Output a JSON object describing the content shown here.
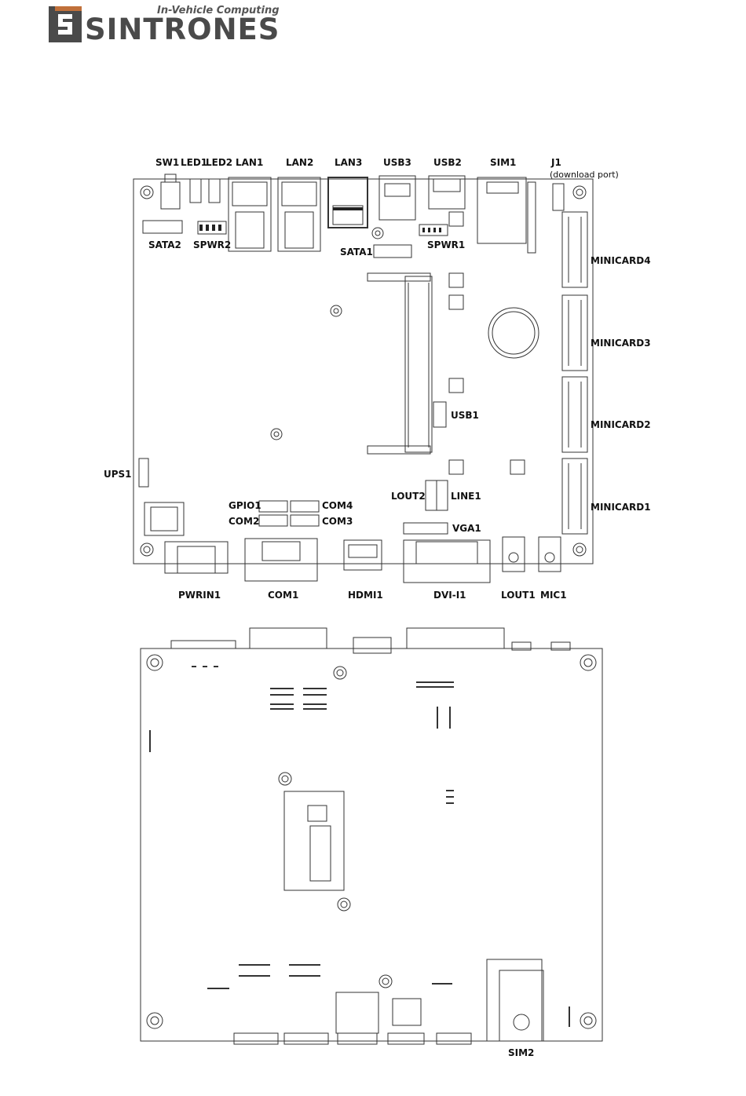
{
  "logo": {
    "brand": "SINTRONES",
    "tagline": "In-Vehicle Computing",
    "color_dark": "#4a4a4a",
    "color_accent": "#c0703a"
  },
  "top_labels": {
    "sw1": "SW1",
    "led1": "LED1",
    "led2": "LED2",
    "lan1": "LAN1",
    "lan2": "LAN2",
    "lan3": "LAN3",
    "usb3": "USB3",
    "usb2": "USB2",
    "sim1": "SIM1",
    "j1": "J1",
    "j1_note": "(download port)",
    "sata2": "SATA2",
    "spwr2": "SPWR2",
    "sata1": "SATA1",
    "spwr1": "SPWR1",
    "minicard4": "MINICARD4",
    "minicard3": "MINICARD3",
    "minicard2": "MINICARD2",
    "minicard1": "MINICARD1",
    "usb1": "USB1",
    "ups1": "UPS1",
    "lout2": "LOUT2",
    "line1": "LINE1",
    "gpio1": "GPIO1",
    "com4": "COM4",
    "com2": "COM2",
    "com3": "COM3",
    "vga1": "VGA1",
    "pwrin1": "PWRIN1",
    "com1": "COM1",
    "hdmi1": "HDMI1",
    "dvi_i1": "DVI-I1",
    "lout1": "LOUT1",
    "mic1": "MIC1"
  },
  "bottom_labels": {
    "sim2": "SIM2"
  },
  "colors": {
    "line": "#333333",
    "fill_dark": "#222222",
    "fill_gray": "#dddddd"
  }
}
